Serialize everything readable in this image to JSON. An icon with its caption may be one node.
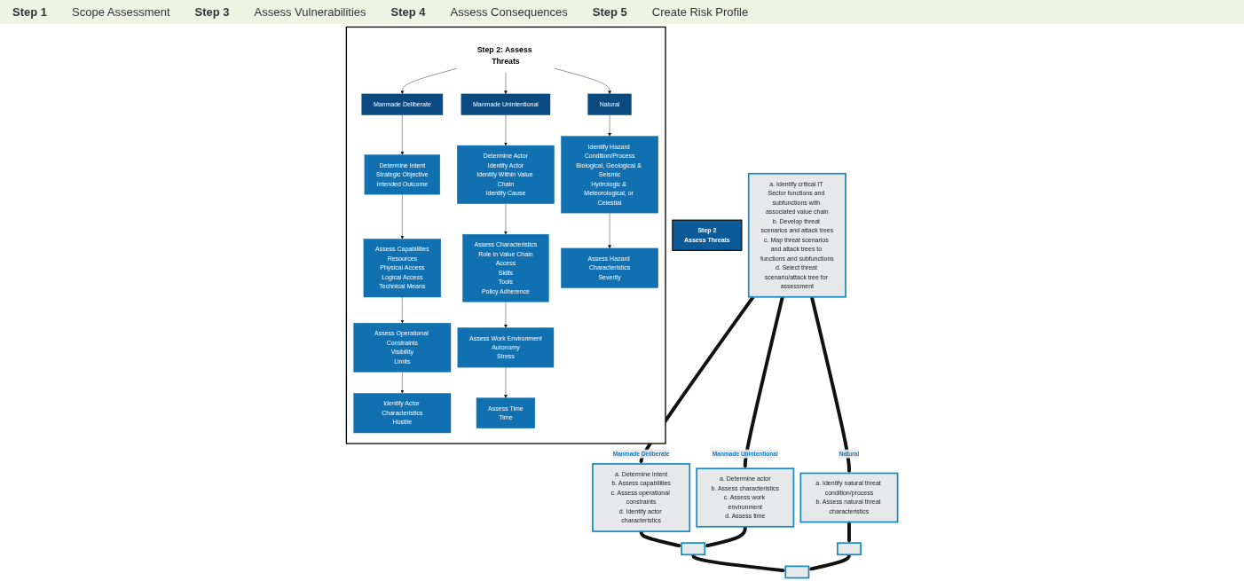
{
  "diagram": {
    "nodes": [
      {
        "text": [
          "Step 2",
          "Assess Threats"
        ]
      },
      {
        "text": [
          "a. Identify critical IT Sector functions and subfunctions with associated value chain",
          "b. Develop threat scenarios and attack trees",
          "c. Map threat scenarios and attack trees to functions and subfunctions",
          "d. Select threat scenario/attack tree for assessment"
        ]
      },
      {
        "text": [
          "a. Determine intent",
          "b. Assess capabilities",
          "c. Assess operational constraints",
          "d. Identify actor characteristics"
        ]
      },
      {
        "text": [
          "a. Determine actor",
          "b. Assess characteristics",
          "c. Assess work environment",
          "d. Assess time"
        ]
      },
      {
        "text": [
          "a. Identify natural threat condition/process",
          "b. Assess natural threat characteristics"
        ]
      },
      {
        "text": [],
        "shape": "box"
      },
      {
        "text": [],
        "shape": "box"
      },
      {
        "text": [],
        "shape": "box"
      },
      {
        "text": [],
        "shape": "box"
      },
      {
        "text": [
          "Step 2: Assess Threats"
        ],
        "in": 8
      },
      {
        "text": [
          "Manmade Deliberate"
        ],
        "in": 8
      },
      {
        "text": [
          "Determine Intent",
          "Strategic Objective",
          "Intended Outcome"
        ],
        "in": 8
      },
      {
        "text": [
          "Assess Capabilities",
          "Resources",
          "Physical Access",
          "Logical Access",
          "Technical Means"
        ],
        "in": 8
      },
      {
        "text": [
          "Assess Operational Constraints",
          "Visibility",
          "Limits"
        ],
        "in": 8
      },
      {
        "text": [
          "Identify Actor Characteristics",
          "Hostile"
        ],
        "in": 8
      },
      {
        "text": [
          "Manmade Unintentional"
        ],
        "in": 8
      },
      {
        "text": [
          "Determine Actor",
          "Identify Actor",
          "Identify Within Value Chain",
          "Identify Cause"
        ],
        "in": 8
      },
      {
        "text": [
          "Assess Characteristics",
          "Role in Value Chain",
          "Access",
          "Skills",
          "Tools",
          "Policy Adherence"
        ],
        "in": 8
      },
      {
        "text": [
          "Assess Work Environment",
          "Autonomy",
          "Stress"
        ],
        "in": 8
      },
      {
        "text": [
          "Assess Time",
          "Time"
        ],
        "in": 8
      },
      {
        "text": [
          "Natural"
        ],
        "in": 8
      },
      {
        "text": [
          "Identify Hazard Condition/Process",
          "Biological, Geological & Seismic",
          "Hydrologic & Meteorological, or Celestial"
        ],
        "in": 8
      },
      {
        "text": [
          "Assess Hazard Characteristics",
          "Severity"
        ],
        "in": 8
      }
    ],
    "edges": [
      {
        "from": 1,
        "to": 2,
        "arrow": "to",
        "label": "Manmade Deliberate",
        "style": "thick"
      },
      {
        "from": 1,
        "to": 3,
        "arrow": "to",
        "label": "Manmade Unintentional",
        "style": "thick"
      },
      {
        "from": 1,
        "to": 4,
        "arrow": "to",
        "label": "Natural",
        "style": "thick"
      },
      {
        "from": 2,
        "to": 5,
        "arrow": "to",
        "style": "thick"
      },
      {
        "from": 3,
        "to": 5,
        "arrow": "to",
        "style": "thick"
      },
      {
        "from": 4,
        "to": 6,
        "arrow": "to",
        "style": "thick"
      },
      {
        "from": 5,
        "to": 7,
        "arrow": "to",
        "style": "thick"
      },
      {
        "from": 6,
        "to": 7,
        "arrow": "to",
        "style": "thick"
      },
      {
        "from": 9,
        "to": 10,
        "arrow": "to"
      },
      {
        "from": 9,
        "to": 15,
        "arrow": "to"
      },
      {
        "from": 9,
        "to": 20,
        "arrow": "to"
      },
      {
        "from": 10,
        "to": 11,
        "arrow": "to"
      },
      {
        "from": 11,
        "to": 12,
        "arrow": "to"
      },
      {
        "from": 12,
        "to": 13,
        "arrow": "to"
      },
      {
        "from": 13,
        "to": 14,
        "arrow": "to"
      },
      {
        "from": 15,
        "to": 16,
        "arrow": "to"
      },
      {
        "from": 16,
        "to": 17,
        "arrow": "to"
      },
      {
        "from": 17,
        "to": 18,
        "arrow": "to"
      },
      {
        "from": 18,
        "to": 19,
        "arrow": "to"
      },
      {
        "from": 20,
        "to": 21,
        "arrow": "to"
      },
      {
        "from": 21,
        "to": 22,
        "arrow": "to"
      }
    ],
    "labels": [
      "Step 1",
      "Scope Assessment",
      "Step 3",
      "Assess Vulnerabilities",
      "Step 4",
      "Assess Consequences",
      "Step 5",
      "Create Risk Profile"
    ]
  }
}
